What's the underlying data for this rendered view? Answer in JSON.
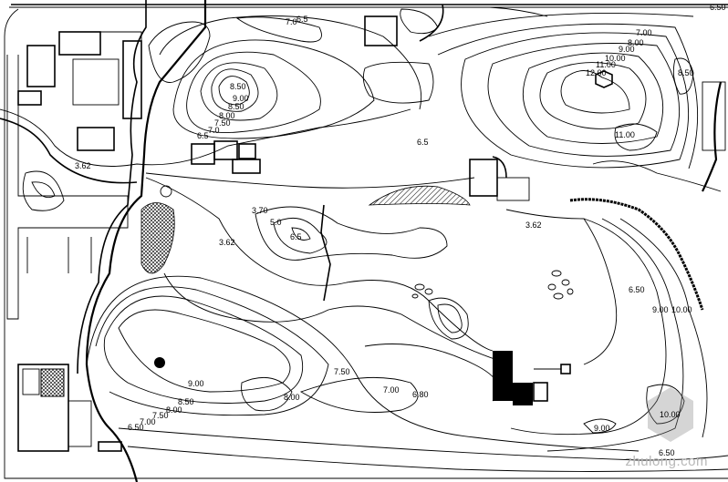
{
  "drawing": {
    "type": "park landscape plan with contour lines",
    "watermark": "zhulong.com"
  },
  "elevation_labels": {
    "nw_hill_top": "8.50",
    "nw_hill_1": "9.00",
    "nw_hill_2": "8.50",
    "nw_hill_3": "8.00",
    "nw_hill_4": "7.50",
    "nw_hill_5": "7.0",
    "nw_hill_6": "6.5",
    "top_small_1": "7.0",
    "top_small_2": "6.5",
    "west_water": "3.62",
    "mid_water": "3.62",
    "east_water": "3.62",
    "top_right_corner": "6.50",
    "ne_1": "7.00",
    "ne_2": "8.00",
    "ne_3": "9.00",
    "ne_4": "10.00",
    "ne_5": "11.00",
    "ne_6": "12.00",
    "ne_7": "11.00",
    "ne_right": "8.50",
    "mid_north": "6.5",
    "island_1": "3.70",
    "island_2": "5.0",
    "island_3": "6.5",
    "sw_1": "9.00",
    "sw_2": "8.50",
    "sw_3": "8.00",
    "sw_4": "7.50",
    "sw_5": "7.00",
    "sw_6": "6.50",
    "s_1": "8.00",
    "s_2": "7.50",
    "s_3": "7.00",
    "s_4": "6.80",
    "se_1": "6.50",
    "se_2": "9.00",
    "se_3": "10.00",
    "se_4": "10.00",
    "se_5": "9.00",
    "se_6": "6.50"
  }
}
